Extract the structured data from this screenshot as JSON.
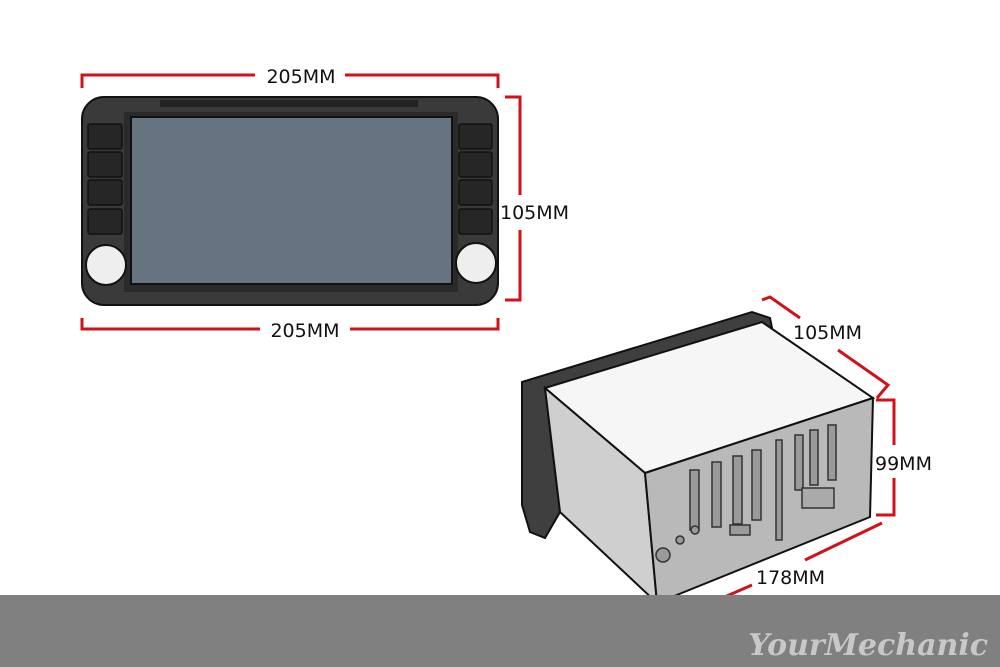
{
  "front_unit": {
    "width_top_label": "205MM",
    "width_bottom_label": "205MM",
    "height_label": "105MM"
  },
  "side_unit": {
    "depth_label": "105MM",
    "height_label": "99MM",
    "length_label": "178MM"
  },
  "watermark": "YourMechanic",
  "colors": {
    "dimension_line": "#d0121b",
    "bezel": "#3a3a3a",
    "screen": "#657480",
    "footer_bar": "#808080"
  }
}
